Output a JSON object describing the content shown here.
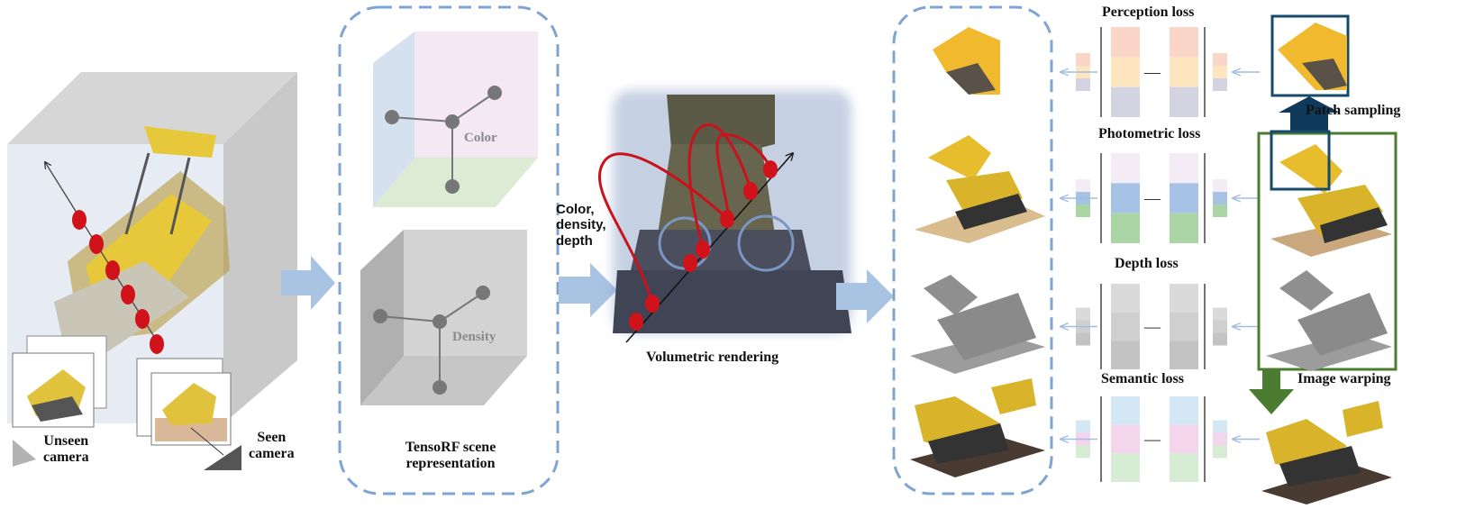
{
  "labels": {
    "unseen_camera": "Unseen\ncamera",
    "seen_camera": "Seen\ncamera",
    "tensorf": "TensoRF scene\nrepresentation",
    "color_plane": "Color",
    "density_plane": "Density",
    "color_density_depth": "Color,\ndensity,\ndepth",
    "volumetric_rendering": "Volumetric rendering",
    "perception_loss": "Perception loss",
    "photometric_loss": "Photometric loss",
    "depth_loss": "Depth loss",
    "semantic_loss": "Semantic loss",
    "patch_sampling": "Patch sampling",
    "image_warping": "Image warping",
    "minus": "—"
  },
  "colors": {
    "dashed_border": "#7ea4d4",
    "flow_arrow": "#a9c3e3",
    "ray_point": "#d0121b",
    "patch_frame": "#154a6b",
    "warp_frame": "#4b7d31",
    "patch_arrow": "#0f3a5c",
    "warp_arrow": "#4b7d31",
    "perception_bars": [
      "#fad5c8",
      "#fde6bf",
      "#d4d3e2"
    ],
    "photometric_bars": [
      "#f3ecf5",
      "#a6c2e5",
      "#a9d6a4"
    ],
    "depth_bars": [
      "#dadada",
      "#cfcfcf",
      "#c3c3c3"
    ],
    "semantic_bars": [
      "#d4e7f4",
      "#f4d6ec",
      "#d7ecd4"
    ]
  }
}
